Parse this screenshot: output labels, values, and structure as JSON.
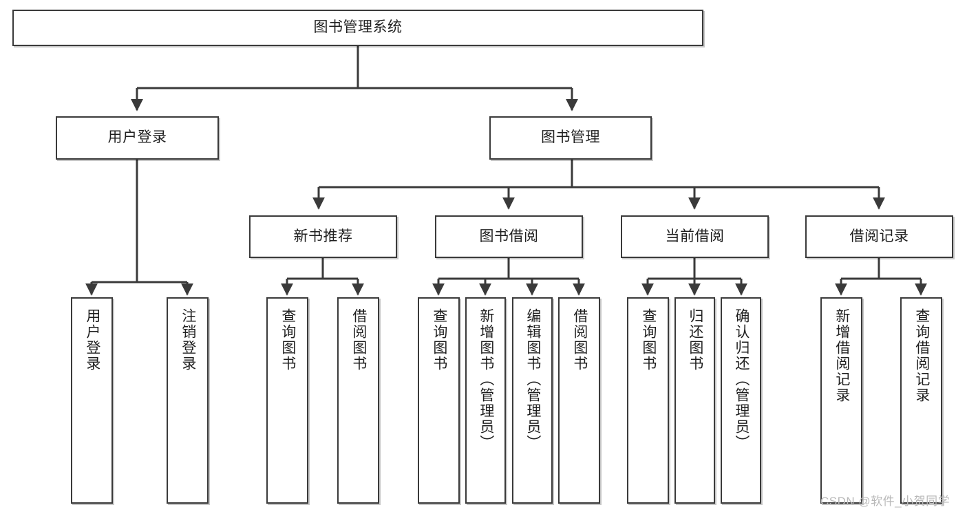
{
  "diagram": {
    "type": "hierarchy-tree",
    "title": "图书管理系统",
    "nodes": {
      "root": {
        "label": "图书管理系统"
      },
      "user_login": {
        "label": "用户登录"
      },
      "book_manage": {
        "label": "图书管理"
      },
      "new_book_rec": {
        "label": "新书推荐"
      },
      "book_borrow": {
        "label": "图书借阅"
      },
      "current_borrow": {
        "label": "当前借阅"
      },
      "borrow_record": {
        "label": "借阅记录"
      },
      "leaf_user_login": {
        "label": "用户登录"
      },
      "leaf_logout": {
        "label": "注销登录"
      },
      "leaf_query_book_1": {
        "label": "查询图书"
      },
      "leaf_borrow_book_1": {
        "label": "借阅图书"
      },
      "leaf_query_book_2": {
        "label": "查询图书"
      },
      "leaf_add_book": {
        "label": "新增图书（管理员）"
      },
      "leaf_edit_book": {
        "label": "编辑图书（管理员）"
      },
      "leaf_borrow_book_2": {
        "label": "借阅图书"
      },
      "leaf_query_book_3": {
        "label": "查询图书"
      },
      "leaf_return_book": {
        "label": "归还图书"
      },
      "leaf_confirm_return": {
        "label": "确认归还（管理员）"
      },
      "leaf_add_record": {
        "label": "新增借阅记录"
      },
      "leaf_query_record": {
        "label": "查询借阅记录"
      }
    },
    "watermark": "CSDN @软件_小贺同学",
    "colors": {
      "stroke": "#3a3a3a",
      "fill": "#ffffff",
      "text": "#1f1f1f",
      "watermark": "#b9b9b9"
    }
  }
}
